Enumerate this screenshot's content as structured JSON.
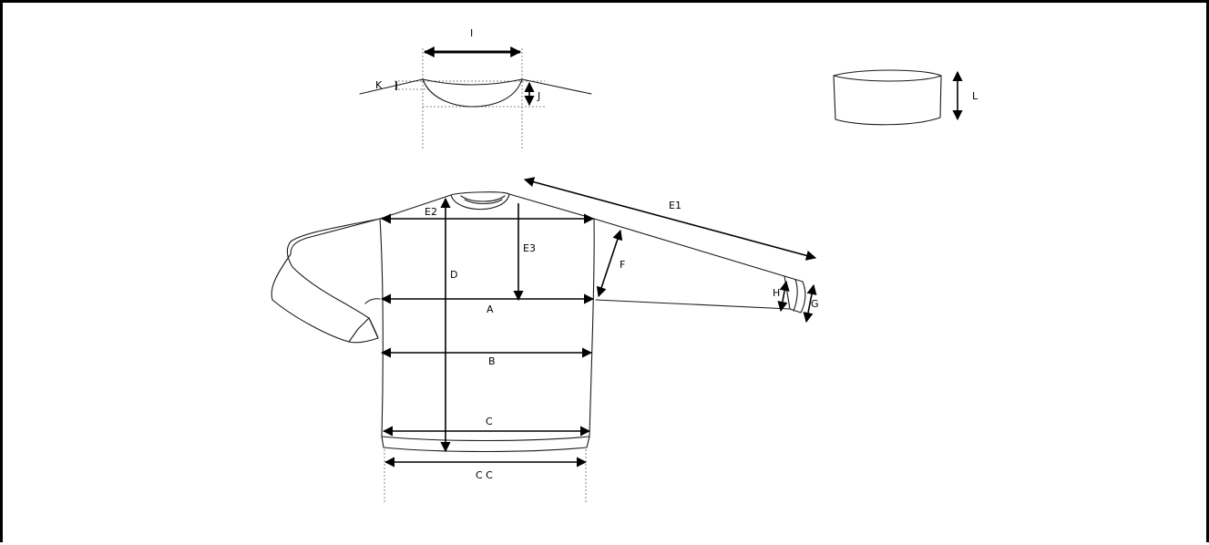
{
  "labels": {
    "I": "I",
    "J": "J",
    "K": "K",
    "L": "L",
    "E1": "E1",
    "E2": "E2",
    "E3": "E3",
    "D": "D",
    "F": "F",
    "A": "A",
    "B": "B",
    "C": "C",
    "CC": "C C",
    "H": "H",
    "G": "G"
  },
  "colors": {
    "line": "#1a1a1a",
    "frame": "#000000",
    "background": "#ffffff"
  }
}
